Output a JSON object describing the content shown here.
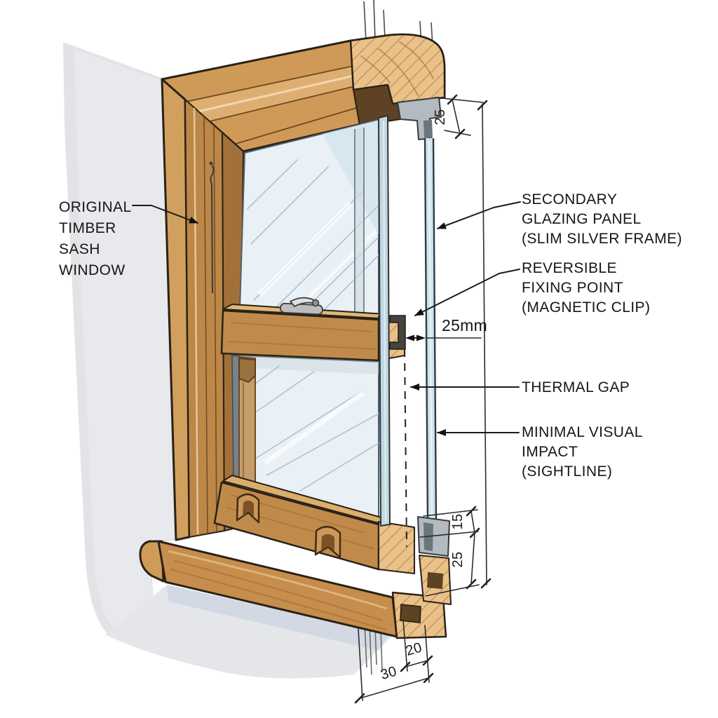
{
  "figure": {
    "subject": "Annotated cutaway illustration of a secondary glazing panel fitted to an original timber sash window",
    "style": "hand-drawn technical sketch with watercolour shading"
  },
  "labels": {
    "original": {
      "lines": [
        "ORIGINAL",
        "TIMBER",
        "SASH",
        "WINDOW"
      ]
    },
    "secondary": {
      "lines": [
        "SECONDARY",
        "GLAZING PANEL",
        "(SLIM SILVER FRAME)"
      ]
    },
    "fixing": {
      "lines": [
        "REVERSIBLE",
        "FIXING POINT",
        "(MAGNETIC CLIP)"
      ]
    },
    "thermal": {
      "lines": [
        "THERMAL GAP"
      ]
    },
    "sightline": {
      "lines": [
        "MINIMAL VISUAL",
        "IMPACT",
        "(SIGHTLINE)"
      ]
    }
  },
  "dimensions": {
    "gap": "25mm",
    "head_frame_depth": "25",
    "panel_frame_depth": "15",
    "sill_frame_depth": "25",
    "sill_step": "20",
    "sill_total": "30"
  },
  "colors": {
    "ink": "#1c1c1c",
    "wood_light": "#d9a763",
    "wood_mid": "#c08b4a",
    "wood_dark": "#9c6b33",
    "wood_shadow": "#5d4223",
    "wood_cut_face": "#eac189",
    "glass": "#e9f1f6",
    "glass_streak": "#a9c4d6",
    "silver_frame": "#b3bac0",
    "metal_dark": "#46433e",
    "wall_grey": "#e2e3e6"
  }
}
